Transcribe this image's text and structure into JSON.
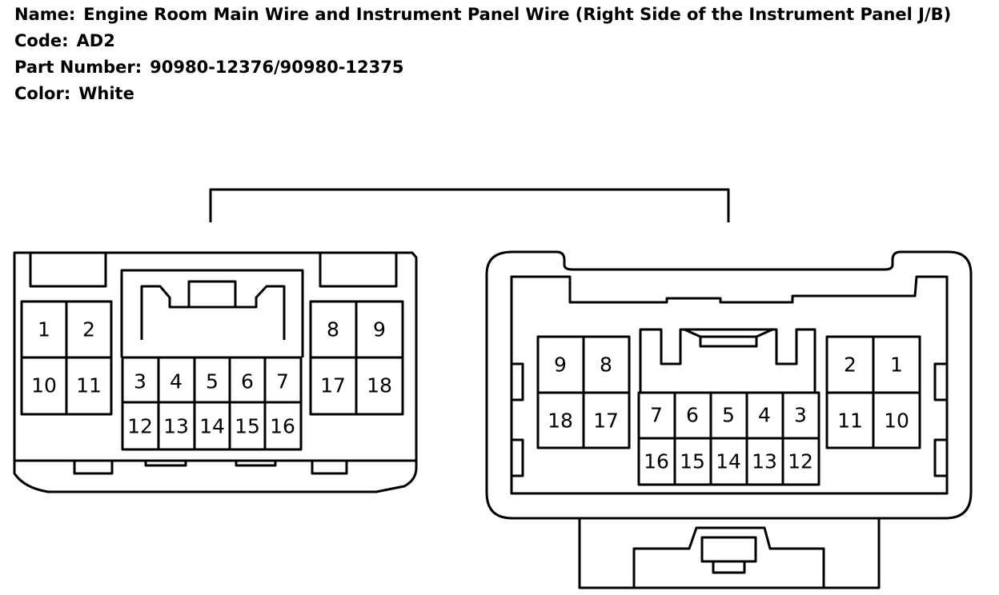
{
  "info": {
    "name_label": "Name:",
    "name_value": "Engine Room Main Wire and Instrument Panel Wire (Right Side of the Instrument Panel J/B)",
    "code_label": "Code:",
    "code_value": "AD2",
    "part_label": "Part Number:",
    "part_value": "90980-12376/90980-12375",
    "color_label": "Color:",
    "color_value": "White"
  },
  "connectors": {
    "left": {
      "pins": [
        "1",
        "2",
        "10",
        "11",
        "3",
        "4",
        "5",
        "6",
        "7",
        "12",
        "13",
        "14",
        "15",
        "16",
        "8",
        "9",
        "17",
        "18"
      ]
    },
    "right": {
      "pins": [
        "9",
        "8",
        "18",
        "17",
        "7",
        "6",
        "5",
        "4",
        "3",
        "16",
        "15",
        "14",
        "13",
        "12",
        "2",
        "1",
        "11",
        "10"
      ]
    }
  },
  "colors": {
    "line": "#000000",
    "background": "#ffffff"
  }
}
